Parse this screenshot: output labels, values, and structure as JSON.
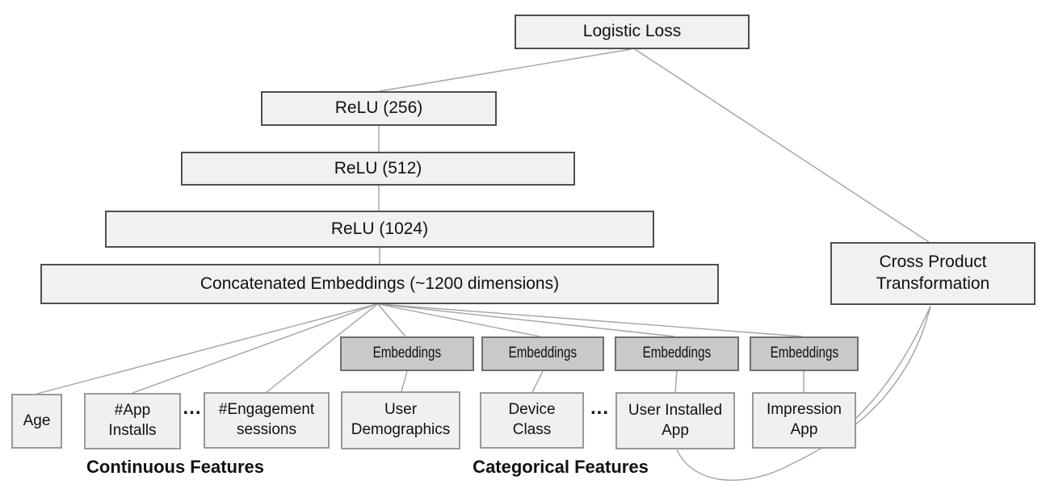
{
  "diagram": {
    "nodes": {
      "logistic_loss": {
        "label": "Logistic Loss"
      },
      "relu_256": {
        "label": "ReLU (256)"
      },
      "relu_512": {
        "label": "ReLU (512)"
      },
      "relu_1024": {
        "label": "ReLU (1024)"
      },
      "concatenated_embeddings": {
        "label": "Concatenated Embeddings (~1200 dimensions)"
      },
      "cross_product": {
        "label": "Cross Product\nTransformation"
      },
      "embeddings_1": {
        "label": "Embeddings"
      },
      "embeddings_2": {
        "label": "Embeddings"
      },
      "embeddings_3": {
        "label": "Embeddings"
      },
      "embeddings_4": {
        "label": "Embeddings"
      },
      "age": {
        "label": "Age"
      },
      "app_installs": {
        "label": "#App\nInstalls"
      },
      "engagement_sessions": {
        "label": "#Engagement\nsessions"
      },
      "user_demographics": {
        "label": "User\nDemographics"
      },
      "device_class": {
        "label": "Device\nClass"
      },
      "user_installed_app": {
        "label": "User Installed\nApp"
      },
      "impression_app": {
        "label": "Impression\nApp"
      }
    },
    "ellipsis": {
      "continuous": "...",
      "categorical": "..."
    },
    "group_labels": {
      "continuous": "Continuous Features",
      "categorical": "Categorical Features"
    },
    "edges": [
      {
        "id": "logistic-to-relu256",
        "from": "logistic_loss",
        "to": "relu_256"
      },
      {
        "id": "logistic-to-cross",
        "from": "logistic_loss",
        "to": "cross_product"
      },
      {
        "id": "relu256-to-relu512",
        "from": "relu_256",
        "to": "relu_512"
      },
      {
        "id": "relu512-to-relu1024",
        "from": "relu_512",
        "to": "relu_1024"
      },
      {
        "id": "relu1024-to-concat",
        "from": "relu_1024",
        "to": "concatenated_embeddings"
      },
      {
        "id": "concat-to-age",
        "from": "concatenated_embeddings",
        "to": "age"
      },
      {
        "id": "concat-to-app",
        "from": "concatenated_embeddings",
        "to": "app_installs"
      },
      {
        "id": "concat-to-eng",
        "from": "concatenated_embeddings",
        "to": "engagement_sessions"
      },
      {
        "id": "concat-to-emb1",
        "from": "concatenated_embeddings",
        "to": "embeddings_1"
      },
      {
        "id": "concat-to-emb2",
        "from": "concatenated_embeddings",
        "to": "embeddings_2"
      },
      {
        "id": "concat-to-emb3",
        "from": "concatenated_embeddings",
        "to": "embeddings_3"
      },
      {
        "id": "concat-to-emb4",
        "from": "concatenated_embeddings",
        "to": "embeddings_4"
      },
      {
        "id": "emb1-to-ud",
        "from": "embeddings_1",
        "to": "user_demographics"
      },
      {
        "id": "emb2-to-dc",
        "from": "embeddings_2",
        "to": "device_class"
      },
      {
        "id": "emb3-to-uia",
        "from": "embeddings_3",
        "to": "user_installed_app"
      },
      {
        "id": "emb4-to-imp",
        "from": "embeddings_4",
        "to": "impression_app"
      },
      {
        "id": "uia-to-cross-curve",
        "from": "user_installed_app",
        "to": "cross_product"
      },
      {
        "id": "imp-to-cross-curve",
        "from": "impression_app",
        "to": "cross_product"
      }
    ],
    "colors": {
      "node_fill": "#f1f1f1",
      "node_border": "#4f4f4f",
      "embedding_fill": "#c9c9c9",
      "embedding_border": "#6f6f6f",
      "feature_border": "#999999",
      "connector": "#a3a3a3",
      "text": "#111111"
    }
  }
}
